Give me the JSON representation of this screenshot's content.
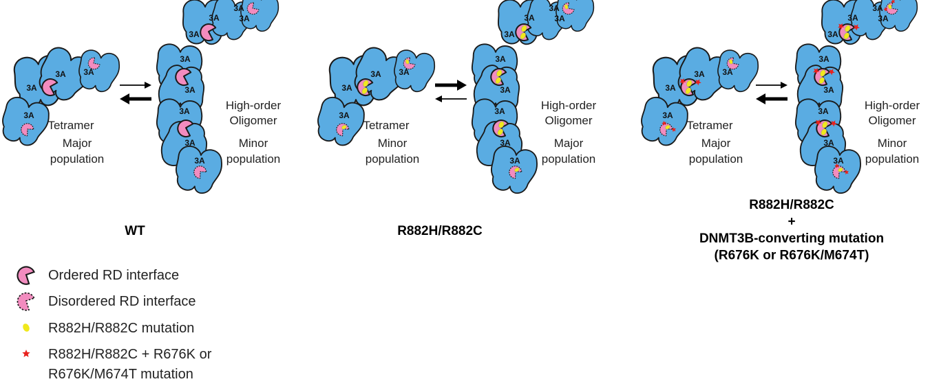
{
  "monomer_label": "3A",
  "colors": {
    "protein": "#5aace2",
    "rd_interface": "#f28cbf",
    "mutation": "#f0e81c",
    "converting_mutation": "#e8221e",
    "outline": "#1a1a1a"
  },
  "panels": [
    {
      "title_lines": [
        "WT"
      ],
      "tetramer": {
        "name": "Tetramer",
        "population": [
          "Major",
          "population"
        ]
      },
      "oligomer": {
        "name": [
          "High-order",
          "Oligomer"
        ],
        "population": [
          "Minor",
          "population"
        ]
      },
      "equilibrium": "favors-tetramer",
      "has_mutation": false,
      "has_converting": false
    },
    {
      "title_lines": [
        "R882H/R882C"
      ],
      "tetramer": {
        "name": "Tetramer",
        "population": [
          "Minor",
          "population"
        ]
      },
      "oligomer": {
        "name": [
          "High-order",
          "Oligomer"
        ],
        "population": [
          "Major",
          "population"
        ]
      },
      "equilibrium": "favors-oligomer",
      "has_mutation": true,
      "has_converting": false
    },
    {
      "title_lines": [
        "R882H/R882C",
        "+",
        "DNMT3B-converting mutation",
        "(R676K or R676K/M674T)"
      ],
      "tetramer": {
        "name": "Tetramer",
        "population": [
          "Major",
          "population"
        ]
      },
      "oligomer": {
        "name": [
          "High-order",
          "Oligomer"
        ],
        "population": [
          "Minor",
          "population"
        ]
      },
      "equilibrium": "favors-tetramer",
      "has_mutation": true,
      "has_converting": true
    }
  ],
  "legend": [
    {
      "icon": "ordered-rd-icon",
      "lines": [
        "Ordered RD interface"
      ]
    },
    {
      "icon": "disordered-rd-icon",
      "lines": [
        "Disordered RD interface"
      ]
    },
    {
      "icon": "mutation-dot-icon",
      "lines": [
        "R882H/R882C mutation"
      ]
    },
    {
      "icon": "star-icon",
      "lines": [
        "R882H/R882C + R676K or",
        "R676K/M674T mutation"
      ]
    }
  ]
}
